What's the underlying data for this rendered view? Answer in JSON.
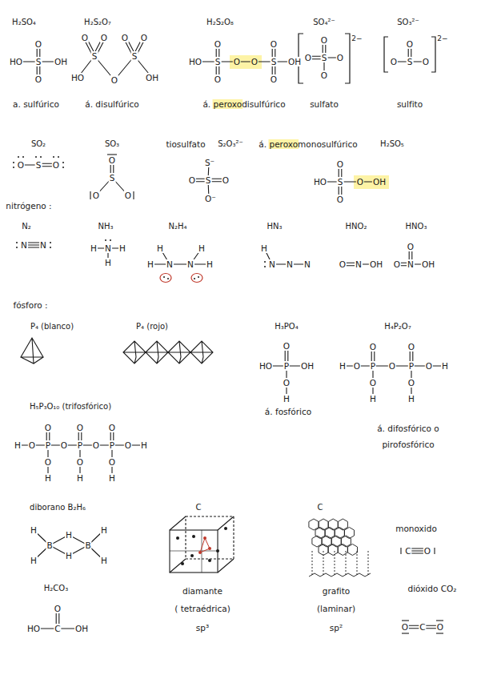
{
  "diagram": {
    "labels": [
      "H₂SO₄",
      "O",
      "HO",
      "S",
      "OH",
      "O",
      "a. sulfúrico",
      "H₂S₂O₇",
      "O",
      "O",
      "S",
      "HO",
      "O",
      "S",
      "O",
      "O",
      "OH",
      "á. disulfúrico",
      "H₂S₂O₈",
      "O",
      "HO",
      "S",
      "O",
      "O",
      "S",
      "OH",
      "O",
      "O",
      "O",
      "á. peroxodisulfúrico",
      "SO₄²⁻",
      "O",
      "O",
      "S",
      "O",
      "O",
      "2−",
      "sulfato",
      "SO₃²⁻",
      "O",
      "O",
      "S",
      "O",
      "2−",
      "sulfito",
      "SO₂",
      "O",
      "S",
      "O",
      "SO₃",
      "O",
      "S",
      "O",
      "O",
      "tiosulfato",
      "S₂O₃²⁻",
      "S⁻",
      "O",
      "S",
      "O",
      "O⁻",
      "á. peroxomonosulfúrico",
      "H₂SO₅",
      "O",
      "HO",
      "S",
      "O",
      "OH",
      "O",
      "nitrógeno :",
      "N₂",
      "N",
      "N",
      "NH₃",
      "H",
      "N",
      "H",
      "H",
      "N₂H₄",
      "H",
      "H",
      "N",
      "N",
      "H",
      "H",
      "HN₃",
      "H",
      "N",
      "N",
      "N",
      "HNO₂",
      "O",
      "N",
      "OH",
      "HNO₃",
      "O",
      "O",
      "N",
      "OH",
      "fósforo :",
      "P₄ (blanco)",
      "P₄ (rojo)",
      "H₃PO₄",
      "O",
      "HO",
      "P",
      "OH",
      "O",
      "H",
      "á. fosfórico",
      "H₄P₂O₇",
      "H",
      "O",
      "P",
      "O",
      "P",
      "O",
      "H",
      "O",
      "O",
      "O",
      "H",
      "O",
      "H",
      "á. difosfórico o pirofosfórico",
      "H₅P₃O₁₀ (trifosfórico)",
      "H",
      "O",
      "P",
      "O",
      "P",
      "O",
      "P",
      "O",
      "H",
      "O",
      "O",
      "O",
      "O",
      "H",
      "O",
      "H",
      "O",
      "H",
      "diborano B₂H₆",
      "H",
      "H",
      "B",
      "H",
      "H",
      "B",
      "H",
      "H",
      "C",
      "diamante",
      "( tetraédrica)",
      "sp³",
      "C",
      "grafito",
      "(laminar)",
      "sp²",
      "monoxido",
      "C",
      "O",
      "H₂CO₃",
      "O",
      "HO",
      "C",
      "OH",
      "dióxido CO₂",
      "O",
      "C",
      "O"
    ]
  }
}
